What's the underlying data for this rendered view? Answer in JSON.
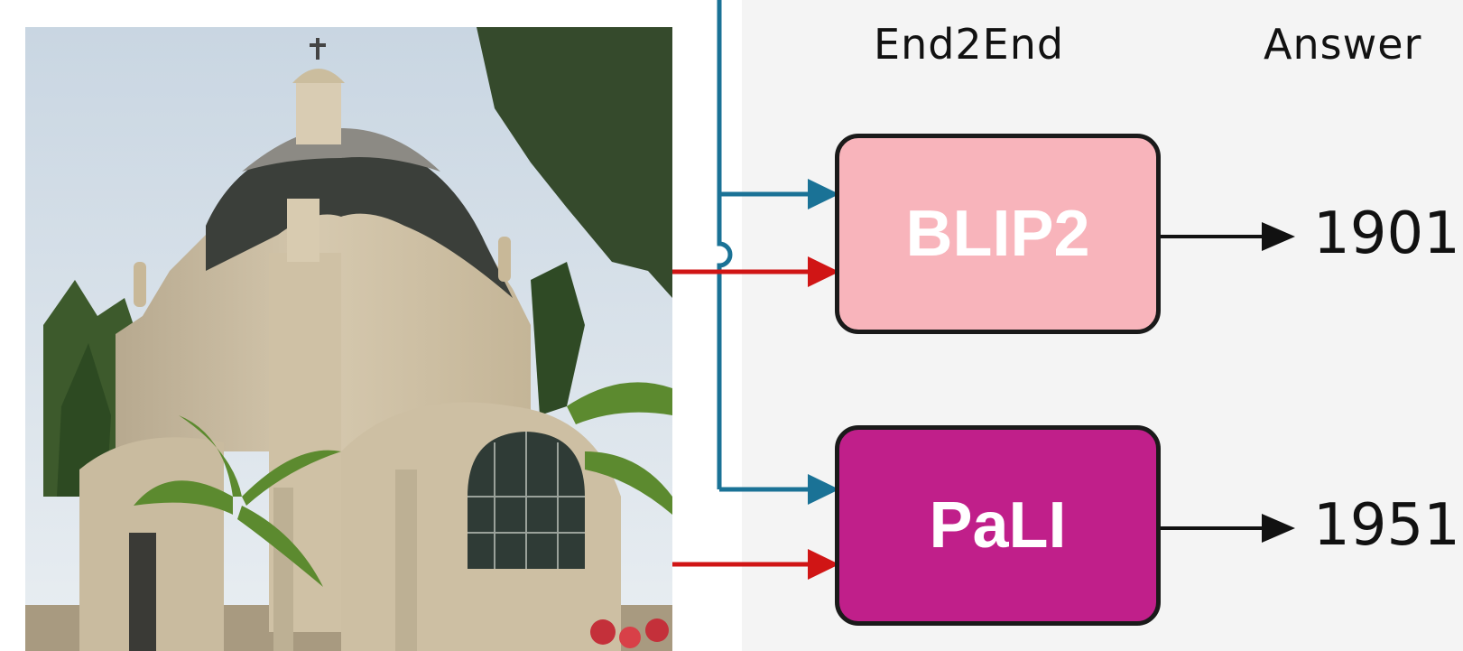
{
  "headers": {
    "end2end": "End2End",
    "answer": "Answer"
  },
  "models": [
    {
      "name": "BLIP2",
      "color": "#f8b4bb",
      "answer": "1901"
    },
    {
      "name": "PaLI",
      "color": "#c01f8a",
      "answer": "1951"
    }
  ],
  "colors": {
    "question_arrow": "#1a7296",
    "image_arrow": "#d01515",
    "output_arrow": "#111111"
  },
  "image": {
    "subject": "domed stone church with cross, palm trees and cypress trees"
  }
}
